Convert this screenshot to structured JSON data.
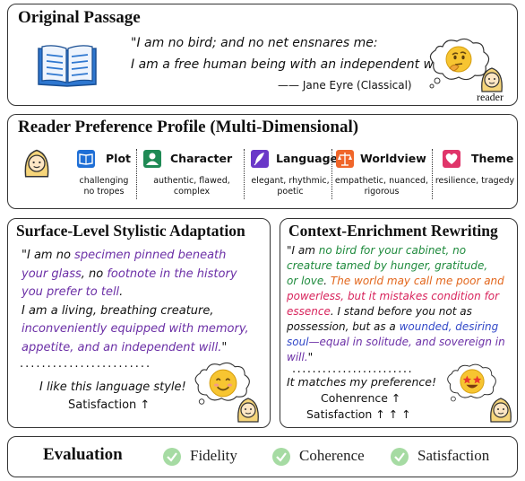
{
  "original": {
    "title": "Original Passage",
    "quote_line1": "\"I am no bird; and no net ensnares me:",
    "quote_line2": "I am a free human being with an independent will\"",
    "attribution": "—— Jane Eyre (Classical)",
    "reader_label": "reader"
  },
  "profile": {
    "title": "Reader Preference Profile (Multi-Dimensional)",
    "dimensions": [
      {
        "name": "Plot",
        "desc1": "challenging",
        "desc2": "no tropes",
        "icon": "book-icon",
        "color": "#1f6fd6"
      },
      {
        "name": "Character",
        "desc1": "authentic, flawed,",
        "desc2": "complex",
        "icon": "person-icon",
        "color": "#1f8a55"
      },
      {
        "name": "Language",
        "desc1": "elegant, rhythmic,",
        "desc2": "poetic",
        "icon": "feather-icon",
        "color": "#6a38c8"
      },
      {
        "name": "Worldview",
        "desc1": "empathetic, nuanced,",
        "desc2": "rigorous",
        "icon": "scales-icon",
        "color": "#f0662a"
      },
      {
        "name": "Theme",
        "desc1": "resilience, tragedy",
        "desc2": "",
        "icon": "heart-icon",
        "color": "#e0356a"
      }
    ]
  },
  "surface": {
    "title": "Surface-Level Stylistic Adaptation",
    "dots": "........................",
    "feedback1": "I like this language style!",
    "feedback2": "Satisfaction ↑",
    "l1a": "\"I am no ",
    "l1b": "specimen pinned beneath",
    "l2a": "your glass",
    "l2b": ", no ",
    "l2c": "footnote in the history",
    "l3a": "you prefer to tell",
    "l3b": ".",
    "l4": "I am a living, breathing creature,",
    "l5": "inconveniently equipped with memory,",
    "l6a": "appetite, and an independent will.",
    "l6b": "\""
  },
  "context": {
    "title": "Context-Enrichment Rewriting",
    "dots": "........................",
    "feedback1": "It matches my preference!",
    "feedback2": "Cohenrence ↑",
    "feedback3": "Satisfaction ↑ ↑ ↑",
    "c1a": "\"I am ",
    "c1b": "no bird for your cabinet, no",
    "c2": "creature tamed by hunger, gratitude,",
    "c3a": "or love",
    "c3b": ". ",
    "c3c": "The world may call me poor and",
    "c4": "powerless, but it mistakes condition for",
    "c5a": "essence",
    "c5b": ". I stand before you not as",
    "c6a": "possession, but as a ",
    "c6b": "wounded, desiring",
    "c7a": "soul",
    "c7b": "—equal in solitude, and sovereign in",
    "c8a": "will.",
    "c8b": "\""
  },
  "evaluation": {
    "title": "Evaluation",
    "criteria": [
      "Fidelity",
      "Coherence",
      "Satisfaction"
    ]
  }
}
